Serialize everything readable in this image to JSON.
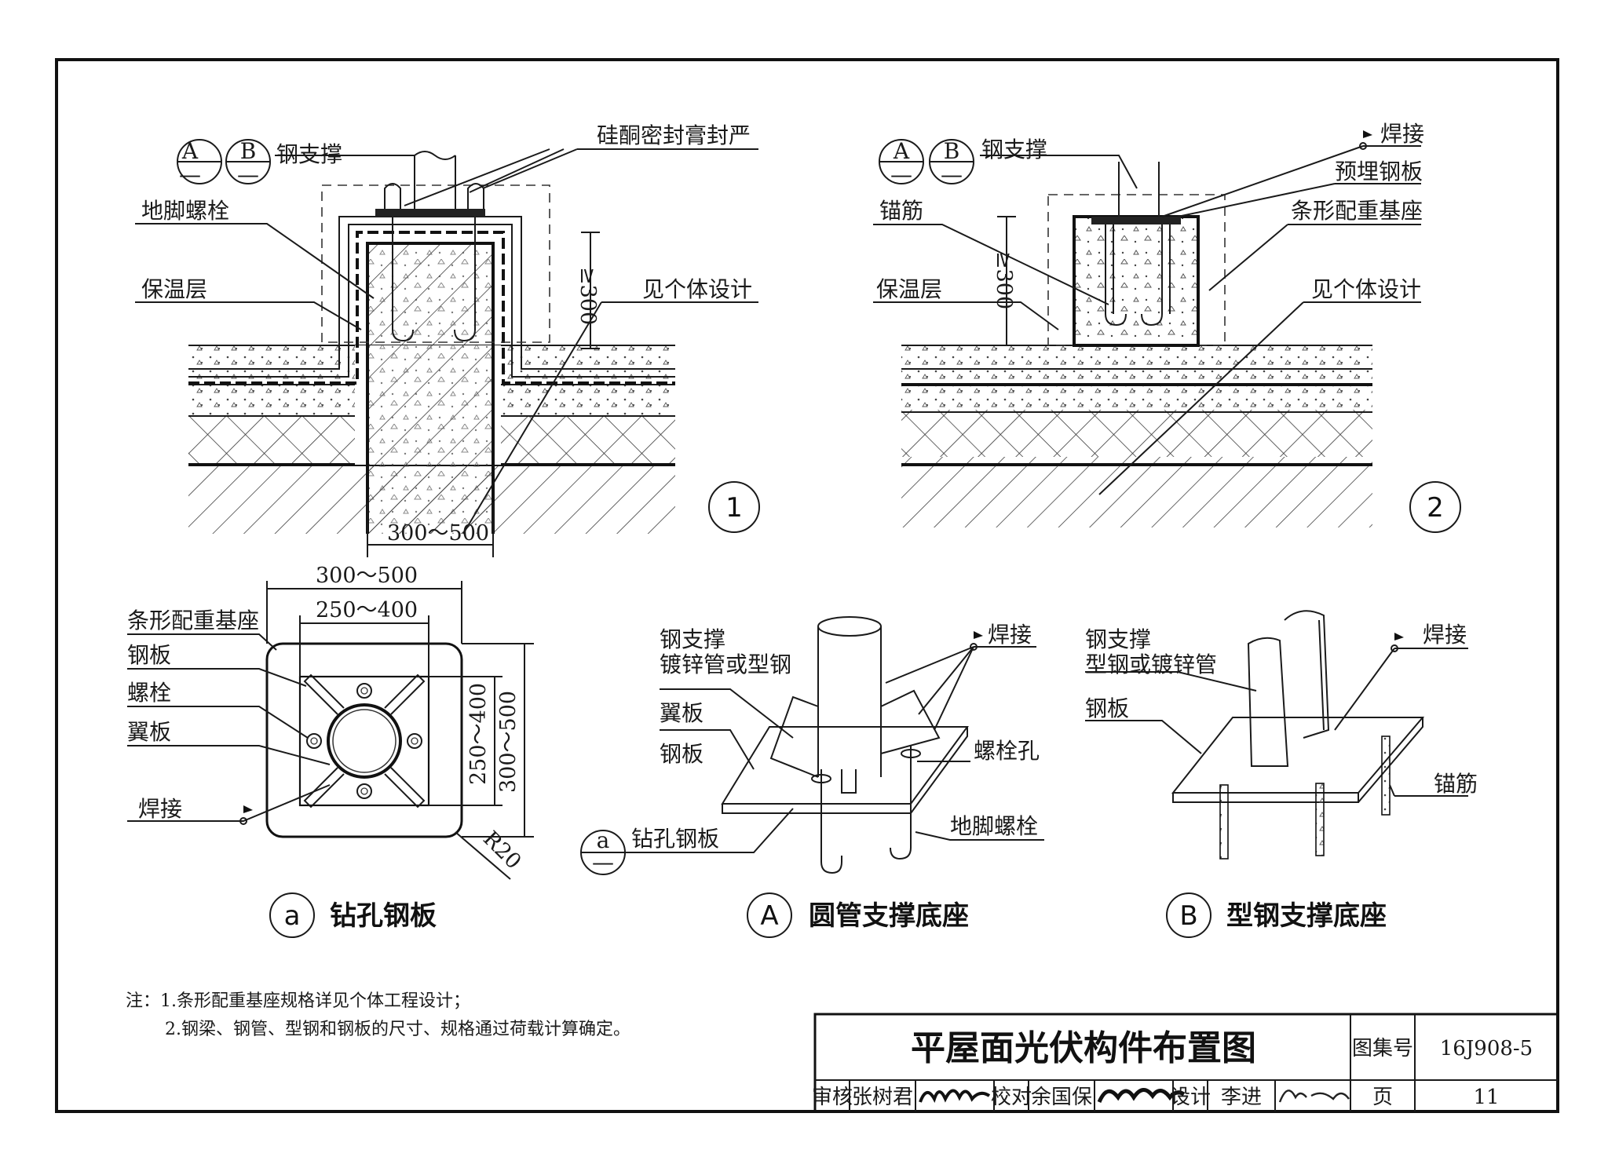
{
  "detail1": {
    "labels": {
      "bubble_a": "A",
      "bubble_b": "B",
      "bubble_dash": "—",
      "steel_support": "钢支撑",
      "sealant": "硅酮密封膏封严",
      "anchor_bolt": "地脚螺栓",
      "insulation": "保温层",
      "see_design": "见个体设计"
    },
    "dims": {
      "height": "≥300",
      "width": "300～500"
    },
    "number": "1"
  },
  "detail2": {
    "labels": {
      "bubble_a": "A",
      "bubble_b": "B",
      "bubble_dash": "—",
      "steel_support": "钢支撑",
      "weld": "焊接",
      "embedded_plate": "预埋钢板",
      "rebar": "锚筋",
      "strip_base": "条形配重基座",
      "insulation": "保温层",
      "see_design": "见个体设计"
    },
    "dims": {
      "height": "≥300"
    },
    "number": "2"
  },
  "detail_a": {
    "labels": {
      "strip_base": "条形配重基座",
      "plate": "钢板",
      "bolt": "螺栓",
      "wing": "翼板",
      "weld": "焊接"
    },
    "dims": {
      "outer": "300～500",
      "inner": "250～400",
      "v_inner": "250～400",
      "v_outer": "300～500",
      "radius": "R20"
    },
    "caption_symbol": "a",
    "caption": "钻孔钢板"
  },
  "detail_A": {
    "labels": {
      "support1": "钢支撑",
      "support2": "镀锌管或型钢",
      "wing": "翼板",
      "plate": "钢板",
      "weld": "焊接",
      "bolt_hole": "螺栓孔",
      "anchor_bolt": "地脚螺栓",
      "drilled_plate": "钻孔钢板",
      "bubble_a": "a",
      "bubble_dash": "—"
    },
    "caption_symbol": "A",
    "caption": "圆管支撑底座"
  },
  "detail_B": {
    "labels": {
      "support1": "钢支撑",
      "support2": "型钢或镀锌管",
      "plate": "钢板",
      "weld": "焊接",
      "rebar": "锚筋"
    },
    "caption_symbol": "B",
    "caption": "型钢支撑底座"
  },
  "notes": {
    "line1": "注：1.条形配重基座规格详见个体工程设计；",
    "line2": "2.钢梁、钢管、型钢和钢板的尺寸、规格通过荷载计算确定。"
  },
  "title_block": {
    "title": "平屋面光伏构件布置图",
    "atlas_label": "图集号",
    "atlas_no": "16J908-5",
    "review_label": "审核",
    "reviewer": "张树君",
    "check_label": "校对",
    "checker": "余国保",
    "design_label": "设计",
    "designer": "李进",
    "page_label": "页",
    "page_no": "11"
  }
}
